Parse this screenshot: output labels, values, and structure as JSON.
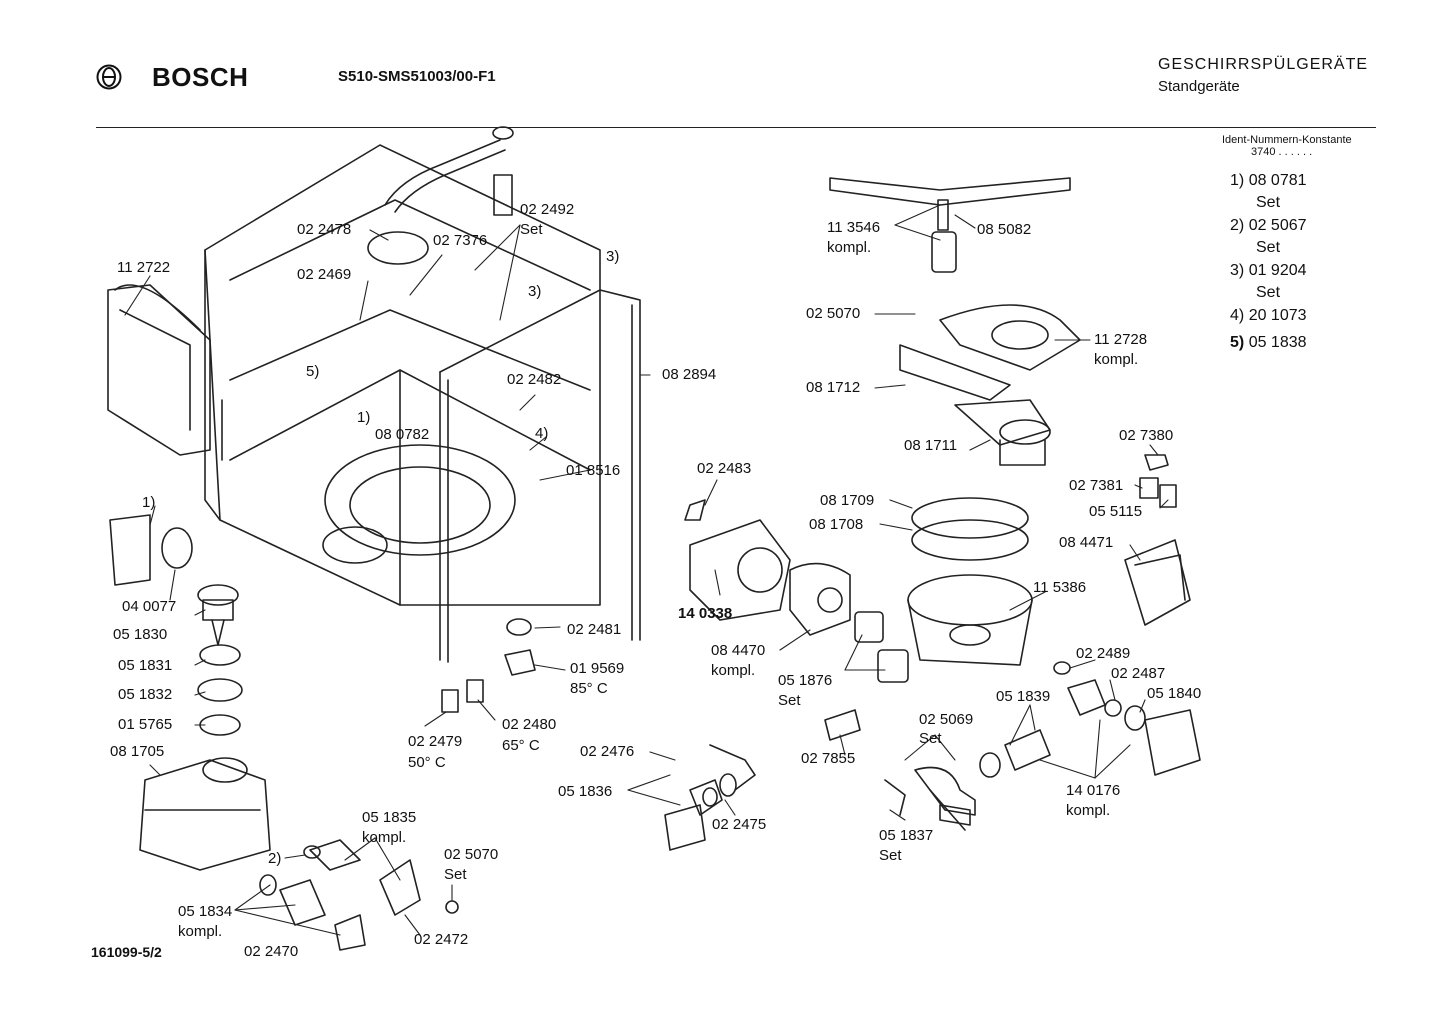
{
  "header": {
    "brand": "BOSCH",
    "model": "S510-SMS51003/00-F1",
    "category": "GESCHIRRSPÜLGERÄTE",
    "subcategory": "Standgeräte"
  },
  "ident": {
    "heading": "Ident-Nummern-Konstante",
    "value": "3740 . . . . . ."
  },
  "constants": [
    {
      "ref": "1)",
      "num": "08 0781",
      "sub": "Set"
    },
    {
      "ref": "2)",
      "num": "02 5067",
      "sub": "Set"
    },
    {
      "ref": "3)",
      "num": "01 9204",
      "sub": "Set"
    },
    {
      "ref": "4)",
      "num": "20 1073",
      "sub": ""
    },
    {
      "ref": "5)",
      "num": "05 1838",
      "sub": ""
    }
  ],
  "footer": "161099-5/2",
  "labels": [
    "11 2722",
    "02 2478",
    "02 2469",
    "02 7376",
    "02 2492\nSet",
    "3)",
    "3)",
    "5)",
    "08 2894",
    "02 2482",
    "1)",
    "08 0782",
    "4)",
    "01 8516",
    "1)",
    "04 0077",
    "05 1830",
    "05 1831",
    "05 1832",
    "01 5765",
    "08 1705",
    "02 2481",
    "01 9569\n85° C",
    "02 2480\n65° C",
    "02 2479\n50° C",
    "05 1835\nkompl.",
    "2)",
    "05 1834\nkompl.",
    "02 2470",
    "02 2472",
    "02 5070\nSet",
    "02 2476",
    "05 1836",
    "02 2475",
    "02 2483",
    "14 0338",
    "08 4470\nkompl.",
    "05 1876\nSet",
    "02 7855",
    "11 3546\nkompl.",
    "08 5082",
    "02 5070",
    "11 2728\nkompl.",
    "08 1712",
    "08 1711",
    "08 1709",
    "08 1708",
    "02 7380",
    "02 7381",
    "05 5115",
    "08 4471",
    "11 5386",
    "02 2489",
    "02 2487",
    "05 1840",
    "05 1839",
    "02 5069\nSet",
    "14 0176\nkompl.",
    "05 1837\nSet"
  ]
}
